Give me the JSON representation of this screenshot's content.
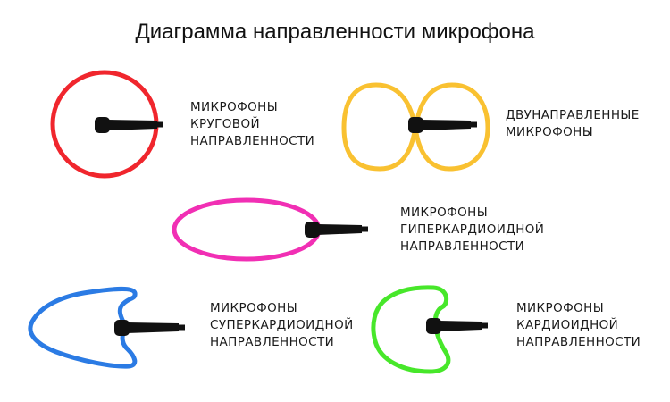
{
  "title": "Диаграмма направленности микрофона",
  "colors": {
    "omni": "#f0262d",
    "bidirectional": "#f9c131",
    "hypercardioid": "#f12fb4",
    "supercardioid": "#2b7be4",
    "cardioid": "#47e72a",
    "microphone": "#111111"
  },
  "patterns": [
    {
      "id": "omni",
      "lines": [
        "МИКРОФОНЫ",
        "КРУГОВОЙ",
        "НАПРАВЛЕННОСТИ"
      ]
    },
    {
      "id": "bidirectional",
      "lines": [
        "ДВУНАПРАВЛЕННЫЕ",
        "МИКРОФОНЫ"
      ]
    },
    {
      "id": "hypercardioid",
      "lines": [
        "МИКРОФОНЫ",
        "ГИПЕРКАРДИОИДНОЙ",
        "НАПРАВЛЕННОСТИ"
      ]
    },
    {
      "id": "supercardioid",
      "lines": [
        "МИКРОФОНЫ",
        "СУПЕРКАРДИОИДНОЙ",
        "НАПРАВЛЕННОСТИ"
      ]
    },
    {
      "id": "cardioid",
      "lines": [
        "МИКРОФОНЫ",
        "КАРДИОИДНОЙ",
        "НАПРАВЛЕННОСТИ"
      ]
    }
  ]
}
